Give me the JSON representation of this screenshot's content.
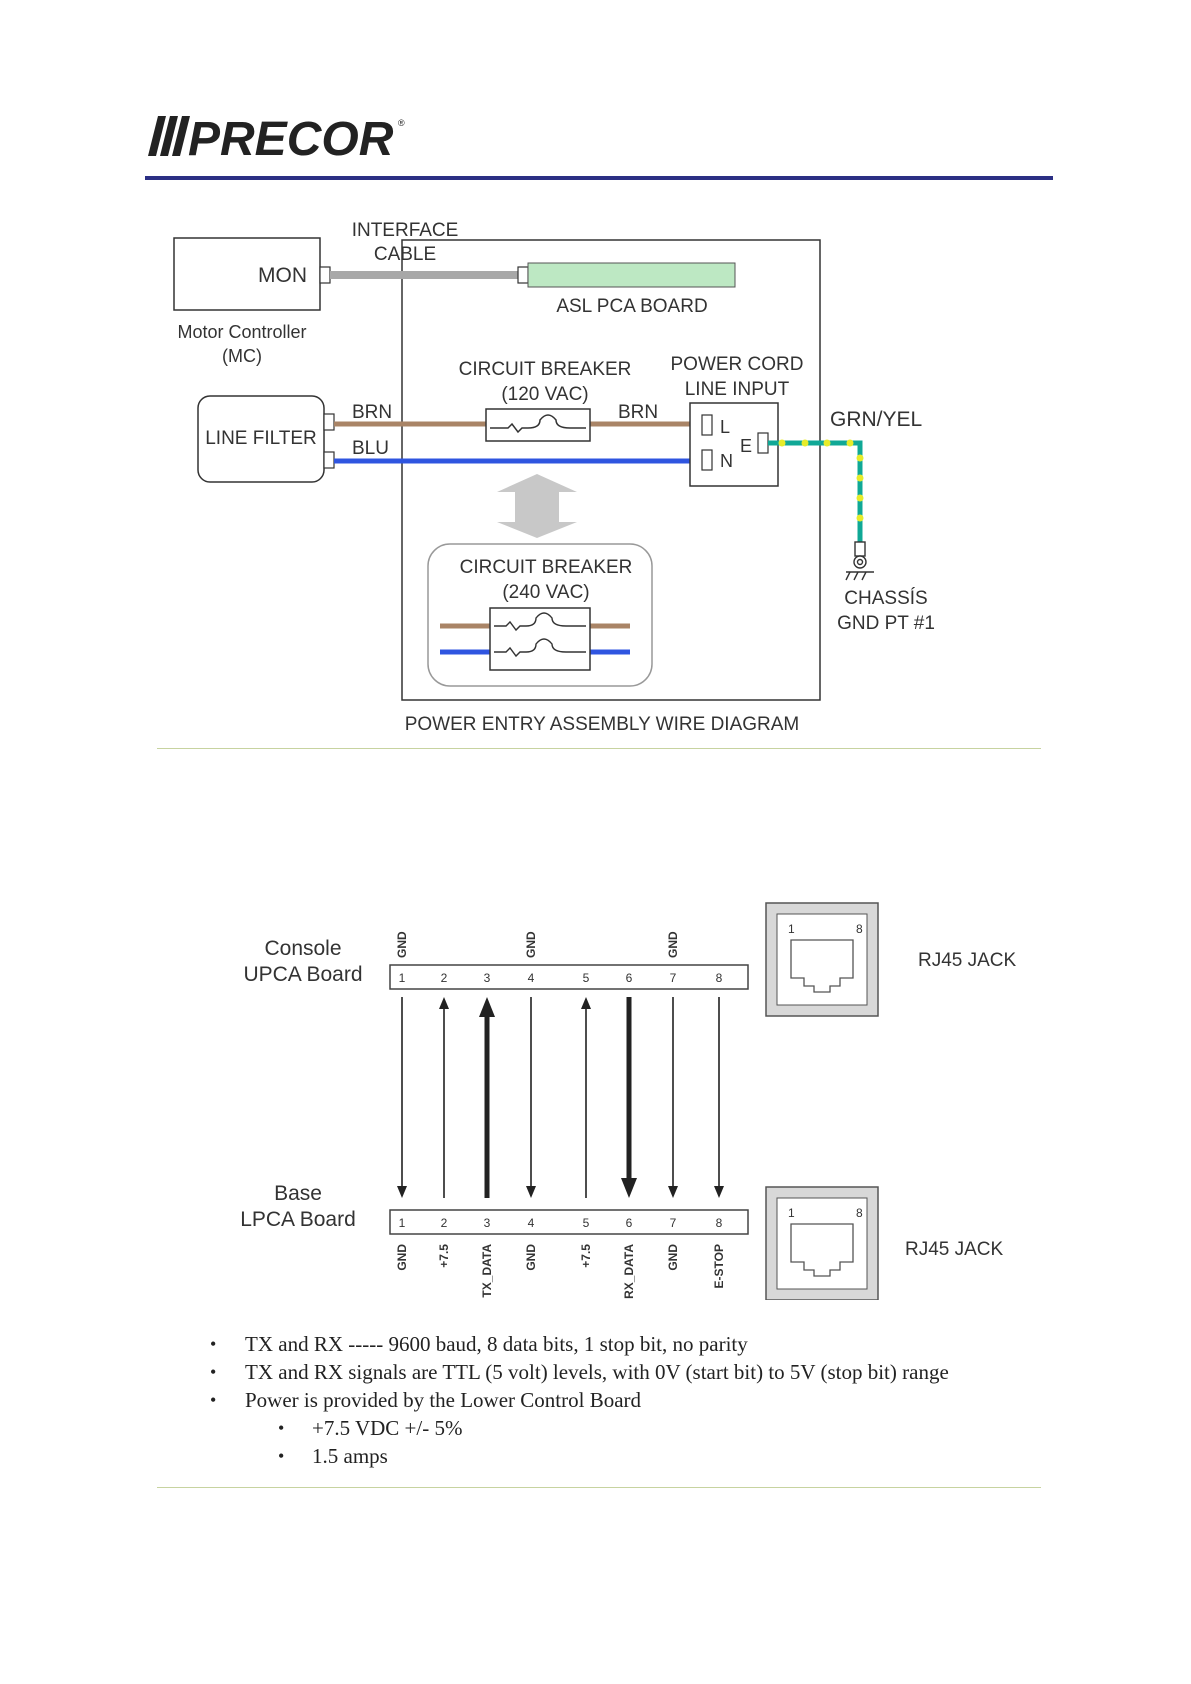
{
  "logo": {
    "text": "PRECOR",
    "mark": "®"
  },
  "power_diagram": {
    "interface_cable": [
      "INTERFACE",
      "CABLE"
    ],
    "mon": "MON",
    "asl_board": "ASL PCA BOARD",
    "motor_controller": [
      "Motor Controller",
      "(MC)"
    ],
    "circuit_breaker_120": [
      "CIRCUIT BREAKER",
      "(120 VAC)"
    ],
    "power_cord": [
      "POWER CORD",
      "LINE INPUT"
    ],
    "line_filter": "LINE FILTER",
    "brn_left": "BRN",
    "brn_right": "BRN",
    "blu": "BLU",
    "terminal_l": "L",
    "terminal_n": "N",
    "terminal_e": "E",
    "grn_yel": "GRN/YEL",
    "circuit_breaker_240": [
      "CIRCUIT BREAKER",
      "(240 VAC)"
    ],
    "chassis_gnd": [
      "CHASSÍS",
      "GND PT #1"
    ],
    "caption": "POWER ENTRY ASSEMBLY WIRE DIAGRAM",
    "colors": {
      "brown": "#a98466",
      "blue": "#2f55e0",
      "green": "#10a896",
      "yellow": "#e6ec2a",
      "asl_fill": "#bde8c3",
      "cable": "#a8a8a8"
    }
  },
  "comm_diagram": {
    "console": [
      "Console",
      "UPCA Board"
    ],
    "base": [
      "Base",
      "LPCA Board"
    ],
    "rj45_top": "RJ45 JACK",
    "rj45_bottom": "RJ45 JACK",
    "jack_pin_first": "1",
    "jack_pin_last": "8",
    "pins": [
      "1",
      "2",
      "3",
      "4",
      "5",
      "6",
      "7",
      "8"
    ],
    "top_labels": [
      "GND",
      "",
      "",
      "GND",
      "",
      "",
      "GND",
      ""
    ],
    "bottom_labels": [
      "GND",
      "+7.5",
      "TX_DATA",
      "GND",
      "+7.5",
      "RX_DATA",
      "GND",
      "E-STOP"
    ],
    "arrows": [
      {
        "pin": "1",
        "direction": "down",
        "bold": false
      },
      {
        "pin": "2",
        "direction": "up",
        "bold": false
      },
      {
        "pin": "3",
        "direction": "up",
        "bold": true
      },
      {
        "pin": "4",
        "direction": "down",
        "bold": false
      },
      {
        "pin": "5",
        "direction": "up",
        "bold": false
      },
      {
        "pin": "6",
        "direction": "down",
        "bold": true
      },
      {
        "pin": "7",
        "direction": "down",
        "bold": false
      },
      {
        "pin": "8",
        "direction": "down",
        "bold": false
      }
    ]
  },
  "notes": {
    "items": [
      "TX and RX  -----  9600 baud, 8 data bits, 1 stop bit, no parity",
      "TX and RX signals are TTL (5 volt) levels, with 0V (start bit) to 5V (stop bit) range",
      "Power is provided by the Lower Control Board"
    ],
    "subitems": [
      "+7.5 VDC +/-  5%",
      "1.5 amps"
    ]
  }
}
